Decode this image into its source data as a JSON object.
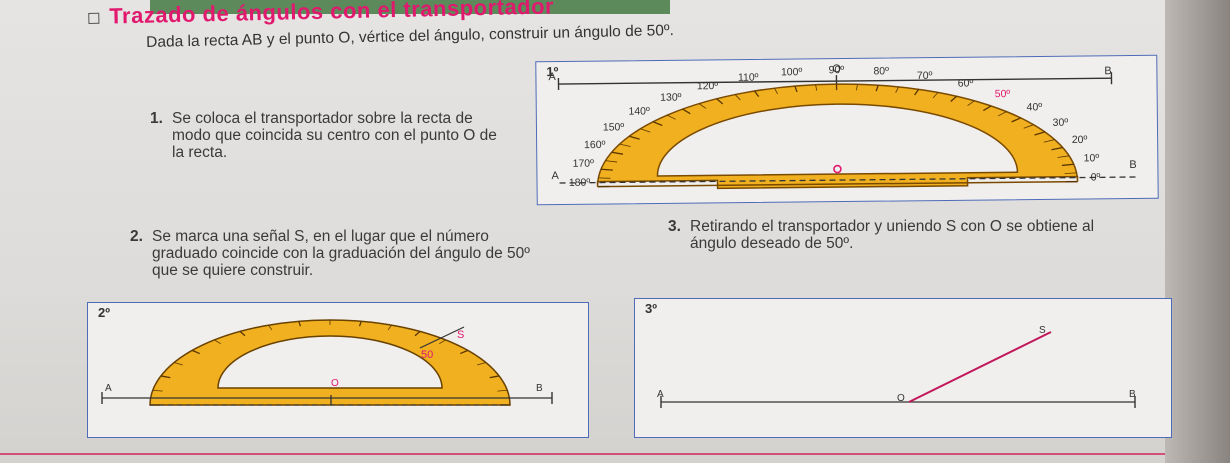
{
  "title": "Trazado de ángulos con el transportador",
  "intro": "Dada la recta AB y el punto O, vértice del ángulo, construir un ángulo de 50º.",
  "steps": {
    "step1": {
      "number": "1.",
      "text": "Se coloca el transportador sobre la recta de modo que coincida su centro con el punto O de la recta."
    },
    "step2": {
      "number": "2.",
      "text": "Se marca una señal S, en el lugar que el número graduado coincide con la graduación del ángulo de 50º que se quiere construir."
    },
    "step3": {
      "number": "3.",
      "text": "Retirando el transportador y uniendo S con O se obtiene al ángulo deseado de 50º."
    }
  },
  "panels": {
    "p1": {
      "label": "1º",
      "point_a_top": "A",
      "point_o": "O",
      "point_b_top": "B",
      "point_a": "A",
      "point_b": "B",
      "scale": [
        "0º",
        "10º",
        "20º",
        "30º",
        "40º",
        "50º",
        "60º",
        "70º",
        "80º",
        "90º",
        "100º",
        "110º",
        "120º",
        "130º",
        "140º",
        "150º",
        "160º",
        "170º",
        "180º"
      ],
      "highlight": "50º"
    },
    "p2": {
      "label": "2º",
      "point_a": "A",
      "point_o": "O",
      "point_b": "B",
      "mark_s": "S",
      "mark_value": "50"
    },
    "p3": {
      "label": "3º",
      "point_a": "A",
      "point_o": "O",
      "point_b": "B",
      "mark_s": "S"
    }
  },
  "colors": {
    "title": "#e0196e",
    "protractor": "#f0b01f",
    "accent": "#e0196e",
    "panel_border": "#4e6bb8"
  }
}
